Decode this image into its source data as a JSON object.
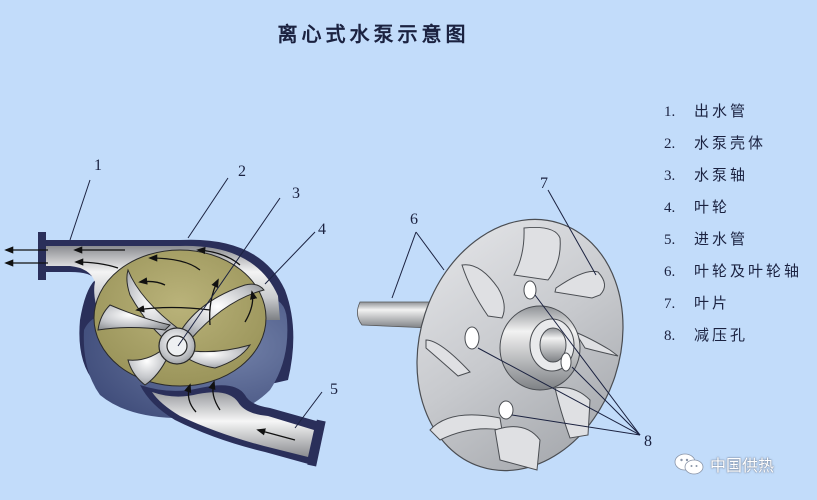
{
  "title": "离心式水泵示意图",
  "legend": {
    "items": [
      {
        "num": "1.",
        "label": "出水管"
      },
      {
        "num": "2.",
        "label": "水泵壳体"
      },
      {
        "num": "3.",
        "label": "水泵轴"
      },
      {
        "num": "4.",
        "label": "叶轮"
      },
      {
        "num": "5.",
        "label": "进水管"
      },
      {
        "num": "6.",
        "label": "叶轮及叶轮轴"
      },
      {
        "num": "7.",
        "label": "叶片"
      },
      {
        "num": "8.",
        "label": "减压孔"
      }
    ]
  },
  "callouts": {
    "c1": "1",
    "c2": "2",
    "c3": "3",
    "c4": "4",
    "c5": "5",
    "c6": "6",
    "c7": "7",
    "c8": "8"
  },
  "watermark": {
    "icon": "wechat-icon",
    "text": "中国供热"
  },
  "colors": {
    "background": "#c2dcfa",
    "casing_dark": "#2a2f5a",
    "impeller_olive": "#a09a5c",
    "metal": "#d8dadc",
    "volute_blue": "#4e5f8e"
  }
}
